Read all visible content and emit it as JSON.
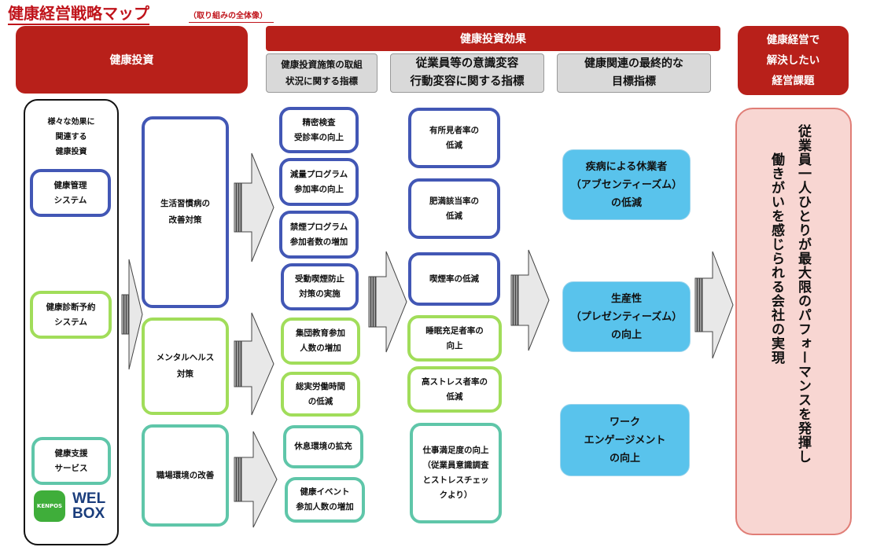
{
  "title": "健康経営戦略マップ",
  "subtitle": "（取り組みの全体像）",
  "headers": {
    "investment": "健康投資",
    "effect": "健康投資効果",
    "effect_col1": [
      "健康投資施策の取組",
      "状況に関する指標"
    ],
    "effect_col2": [
      "従業員等の意識変容",
      "行動変容に関する指標"
    ],
    "effect_col3": [
      "健康関連の最終的な",
      "目標指標"
    ],
    "issue": [
      "健康経営で",
      "解決したい",
      "経営課題"
    ]
  },
  "left_panel": {
    "heading": [
      "様々な効果に",
      "関連する",
      "健康投資"
    ],
    "items": [
      {
        "lines": [
          "健康管理",
          "システム"
        ],
        "color": "blue"
      },
      {
        "lines": [
          "健康診断予約",
          "システム"
        ],
        "color": "green"
      },
      {
        "lines": [
          "健康支援",
          "サービス"
        ],
        "color": "teal"
      }
    ],
    "logos": {
      "kenpos": "KENPOS",
      "welbox_line1": "WEL",
      "welbox_line2": "BOX"
    }
  },
  "measures": [
    {
      "label": "生活習慣病の\n改善対策",
      "color": "blue"
    },
    {
      "label": "メンタルヘルス\n対策",
      "color": "green"
    },
    {
      "label": "職場環境の改善",
      "color": "teal"
    }
  ],
  "indicators_col1": [
    {
      "label": "精密検査\n受診率の向上",
      "color": "blue"
    },
    {
      "label": "減量プログラム\n参加率の向上",
      "color": "blue"
    },
    {
      "label": "禁煙プログラム\n参加者数の増加",
      "color": "blue"
    },
    {
      "label": "受動喫煙防止\n対策の実施",
      "color": "blue"
    },
    {
      "label": "集団教育参加\n人数の増加",
      "color": "green"
    },
    {
      "label": "総実労働時間\nの低減",
      "color": "green"
    },
    {
      "label": "休息環境の拡充",
      "color": "teal"
    },
    {
      "label": "健康イベント\n参加人数の増加",
      "color": "teal"
    }
  ],
  "indicators_col2": [
    {
      "label": "有所見者率の\n低減",
      "color": "blue"
    },
    {
      "label": "肥満該当率の\n低減",
      "color": "blue"
    },
    {
      "label": "喫煙率の低減",
      "color": "blue"
    },
    {
      "label": "睡眠充足者率の\n向上",
      "color": "green"
    },
    {
      "label": "高ストレス者率の\n低減",
      "color": "green"
    },
    {
      "label": "仕事満足度の向上\n（従業員意識調査\nとストレスチェッ\nクより）",
      "color": "teal"
    }
  ],
  "final_goals": [
    {
      "label": "疾病による休業者\n（アブセンティーズム）\nの低減"
    },
    {
      "label": "生産性\n（プレゼンティーズム）\nの向上"
    },
    {
      "label": "ワーク\nエンゲージメント\nの向上"
    }
  ],
  "management_issue": {
    "line1": "従業員一人ひとりが最大限のパフォーマンスを発揮し",
    "line2": "働きがいを感じられる会社の実現"
  },
  "colors": {
    "red": "#b8201a",
    "blue": "#4257b5",
    "green": "#a1dd5a",
    "teal": "#5fc6a9",
    "cyan": "#59c3ec",
    "pink": "#f8d6d2"
  }
}
